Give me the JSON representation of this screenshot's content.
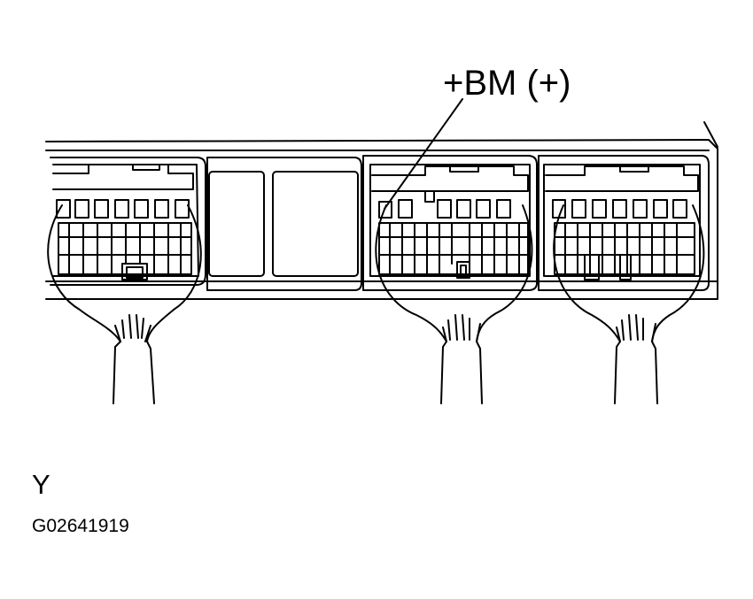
{
  "diagram": {
    "pin_label": "+BM (+)",
    "view_label": "Y",
    "figure_id": "G02641919",
    "colors": {
      "line": "#000000",
      "background": "#ffffff"
    }
  }
}
